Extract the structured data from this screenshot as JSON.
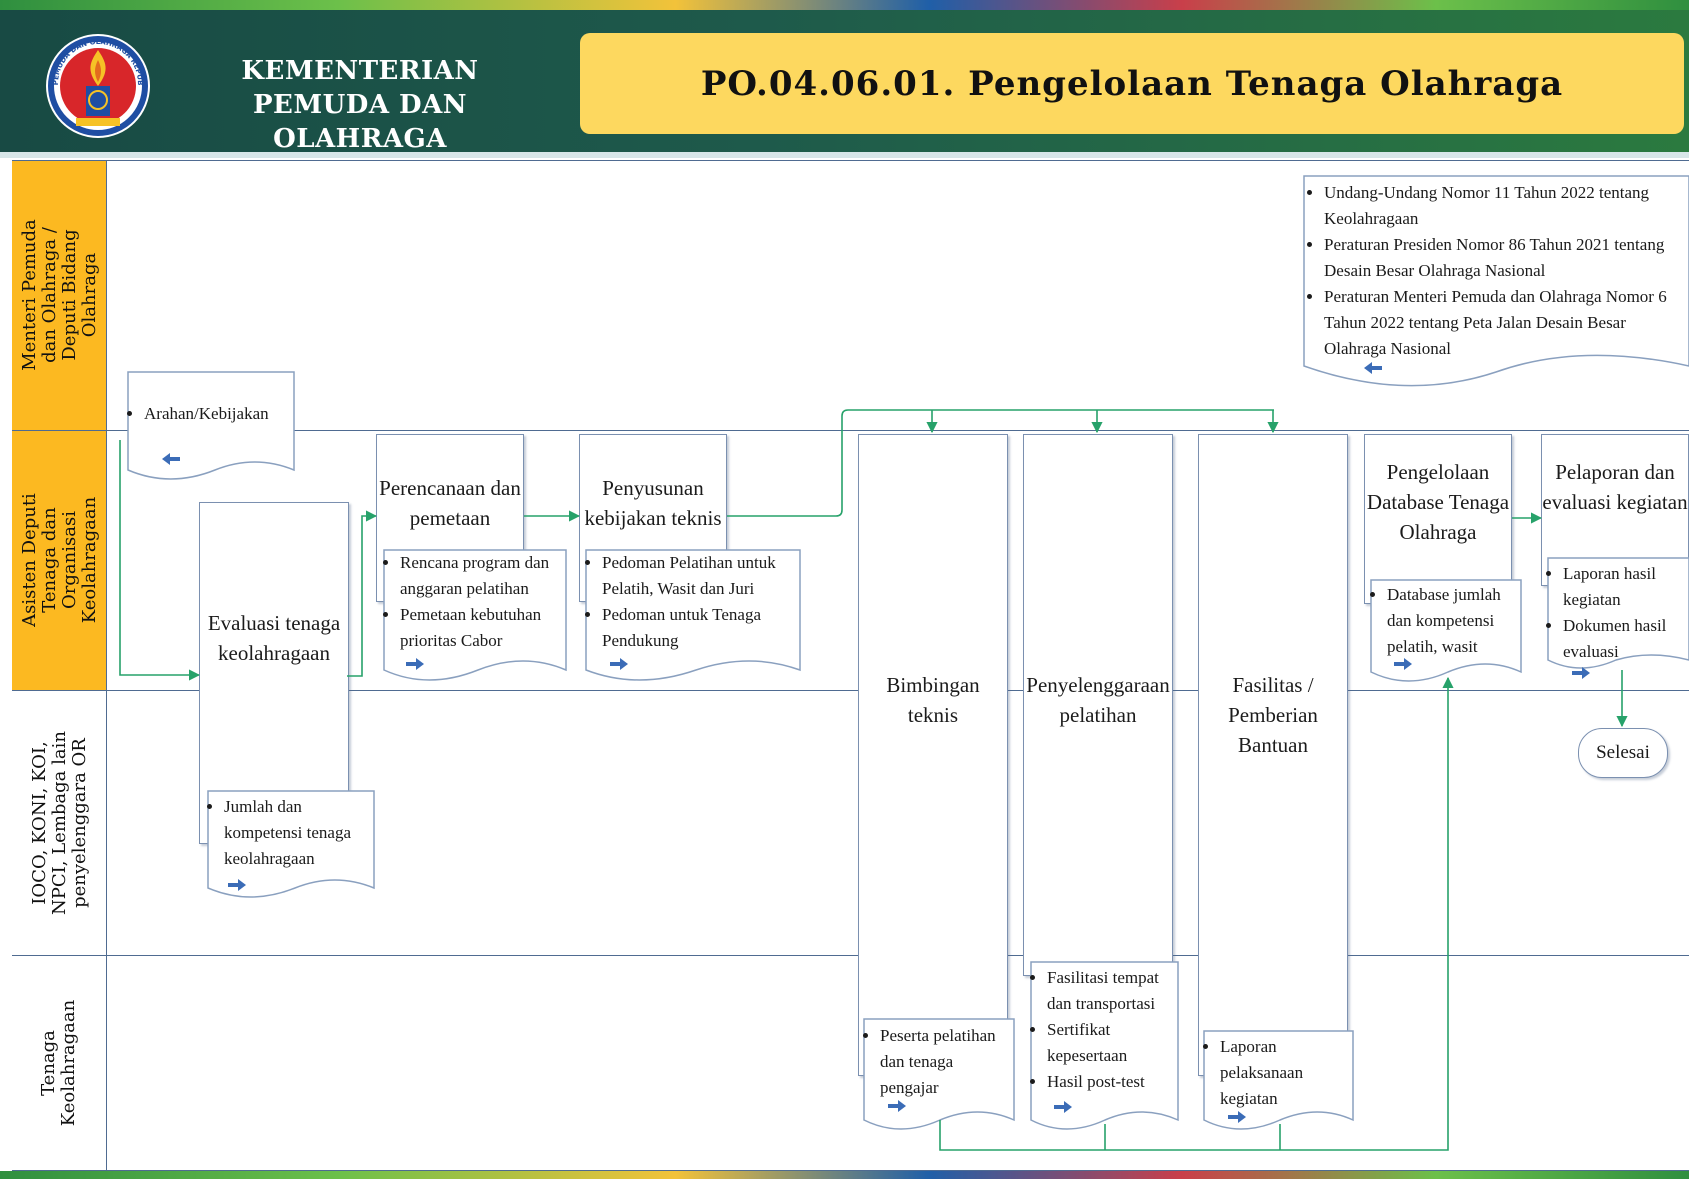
{
  "header": {
    "org_name": "KEMENTERIAN PEMUDA DAN OLAHRAGA",
    "title": "PO.04.06.01.  Pengelolaan  Tenaga Olahraga",
    "logo_text": "KEMENTERIAN PEMUDA DAN OLAHRAGA REPUBLIK INDONESIA"
  },
  "lanes": [
    {
      "label": "Menteri Pemuda\ndan Olahraga /\nDeputi Bidang\nOlahraga"
    },
    {
      "label": "Asisten Deputi\nTenaga dan\nOrganisasi\nKeolahragaan"
    },
    {
      "label": "IOCO, KONI, KOI,\nNPCI, Lembaga lain\npenyelenggara OR"
    },
    {
      "label": "Tenaga\nKeolahragaan"
    }
  ],
  "processes": {
    "evaluasi": "Evaluasi tenaga keolahragaan",
    "perencanaan": "Perencanaan dan pemetaan",
    "penyusunan": "Penyusunan kebijakan teknis",
    "bimbingan": "Bimbingan teknis",
    "penyelenggaraan": "Penyelenggaraan pelatihan",
    "fasilitas": "Fasilitas / Pemberian Bantuan",
    "database": "Pengelolaan Database Tenaga Olahraga",
    "pelaporan": "Pelaporan dan evaluasi kegiatan",
    "selesai": "Selesai"
  },
  "documents": {
    "regulasi": [
      "Undang-Undang Nomor 11 Tahun 2022 tentang Keolahragaan",
      "Peraturan Presiden Nomor 86 Tahun 2021 tentang Desain Besar Olahraga Nasional",
      "Peraturan Menteri Pemuda dan Olahraga Nomor 6 Tahun 2022 tentang Peta Jalan Desain Besar Olahraga Nasional"
    ],
    "arahan": [
      "Arahan/Kebijakan"
    ],
    "jumlah": [
      "Jumlah dan kompetensi tenaga keolahragaan"
    ],
    "rencana": [
      "Rencana program dan anggaran pelatihan",
      "Pemetaan kebutuhan prioritas Cabor"
    ],
    "pedoman": [
      "Pedoman Pelatihan untuk Pelatih,  Wasit dan Juri",
      "Pedoman untuk Tenaga Pendukung"
    ],
    "peserta": [
      "Peserta pelatihan dan tenaga pengajar"
    ],
    "fasilitasi": [
      "Fasilitasi tempat dan transportasi",
      "Sertifikat kepesertaan",
      "Hasil post-test"
    ],
    "laporan_pelaksanaan": [
      "Laporan pelaksanaan kegiatan"
    ],
    "database_jumlah": [
      "Database jumlah dan kompetensi pelatih, wasit"
    ],
    "laporan_hasil": [
      "Laporan hasil kegiatan",
      "Dokumen hasil evaluasi"
    ]
  }
}
